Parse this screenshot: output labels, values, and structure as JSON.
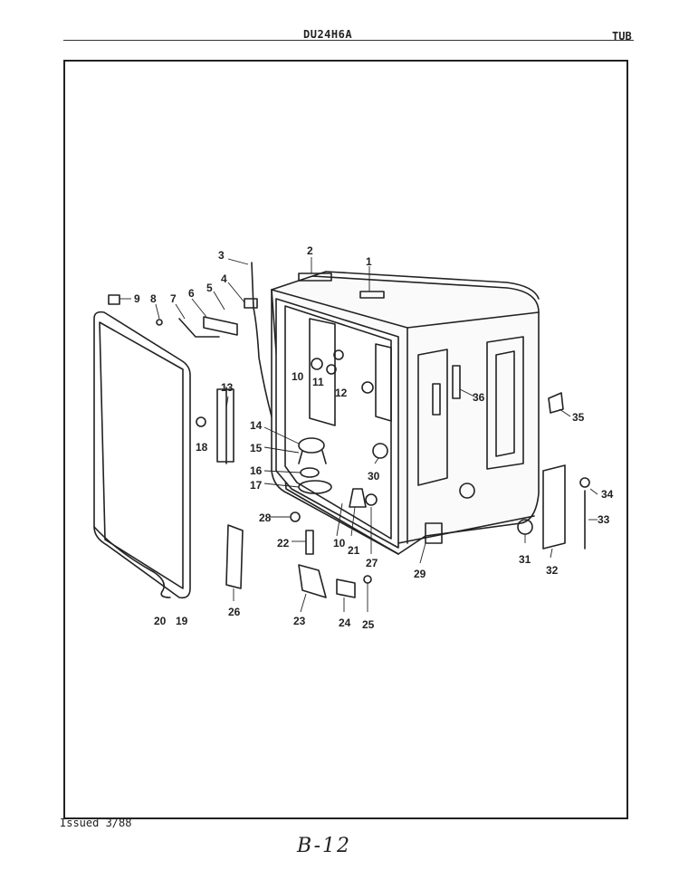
{
  "header": {
    "model": "DU24H6A",
    "section": "TUB"
  },
  "footer": {
    "issued": "Issued 3/88",
    "page_number": "B-12"
  },
  "callouts": [
    "1",
    "2",
    "3",
    "4",
    "5",
    "6",
    "7",
    "8",
    "9",
    "10",
    "11",
    "12",
    "13",
    "14",
    "15",
    "16",
    "17",
    "18",
    "19",
    "20",
    "21",
    "22",
    "23",
    "24",
    "25",
    "26",
    "27",
    "28",
    "29",
    "30",
    "31",
    "32",
    "33",
    "34",
    "35",
    "36"
  ]
}
